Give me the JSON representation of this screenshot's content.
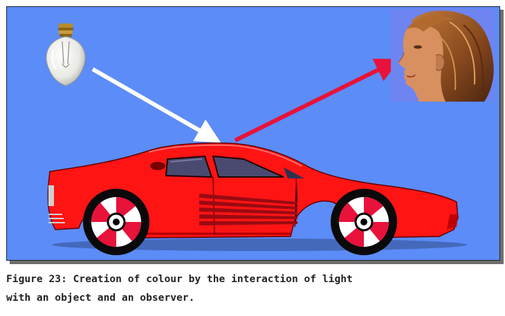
{
  "figure": {
    "caption_line1": "Figure 23: Creation of colour by the interaction of light",
    "caption_line2": "with an object and an observer."
  },
  "colors": {
    "background": "#5c8cf8",
    "car_body": "#ff1414",
    "incident_light": "#ffffff",
    "reflected_light": "#e8123a"
  },
  "icons": {
    "light_source": "light-bulb",
    "object": "red-sports-car",
    "observer": "human-head-profile"
  }
}
